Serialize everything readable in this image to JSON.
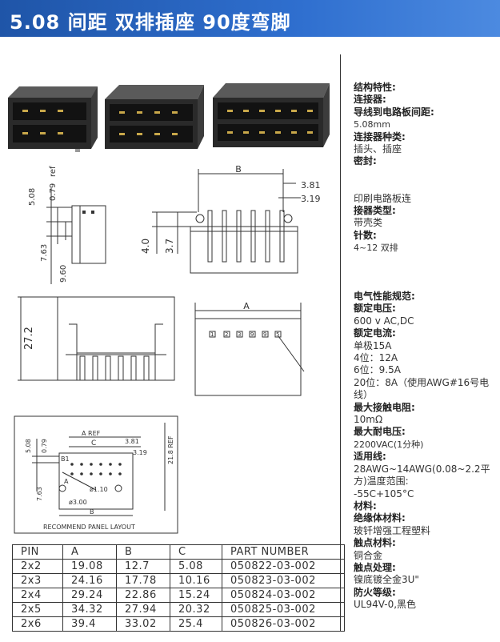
{
  "header": {
    "title": "5.08 间距  双排插座  90度弯脚"
  },
  "specs": [
    {
      "t": "结构特性:",
      "b": true
    },
    {
      "t": "连接器:",
      "b": true
    },
    {
      "t": "导线到电路板间距:",
      "b": true
    },
    {
      "t": "5.08mm",
      "b": false,
      "s": true
    },
    {
      "t": "连接器种类:",
      "b": true
    },
    {
      "t": "插头、插座",
      "b": false
    },
    {
      "t": "密封:",
      "b": true
    },
    {
      "t": "",
      "b": false
    },
    {
      "t": "",
      "b": false
    },
    {
      "t": "印刷电路板连",
      "b": false
    },
    {
      "t": "接器类型:",
      "b": true
    },
    {
      "t": "带壳类",
      "b": false
    },
    {
      "t": "针数:",
      "b": true
    },
    {
      "t": "4~12 双排",
      "b": false,
      "s": true
    }
  ],
  "specs2": [
    {
      "t": "电气性能规范:",
      "b": true
    },
    {
      "t": "额定电压:",
      "b": true
    },
    {
      "t": "600 v AC,DC",
      "b": false
    },
    {
      "t": "额定电流:",
      "b": true
    },
    {
      "t": "单极15A",
      "b": false
    },
    {
      "t": "4位：12A",
      "b": false
    },
    {
      "t": "6位：9.5A",
      "b": false
    },
    {
      "t": "20位：8A（使用AWG#16号电",
      "b": false
    },
    {
      "t": "线）",
      "b": false
    },
    {
      "t": "最大接触电阻:",
      "b": true
    },
    {
      "t": "10mΩ",
      "b": false
    },
    {
      "t": "最大耐电压:",
      "b": true
    },
    {
      "t": "2200VAC(1分种)",
      "b": false,
      "s": true
    },
    {
      "t": "适用线:",
      "b": true
    },
    {
      "t": "28AWG~14AWG(0.08~2.2平",
      "b": false
    },
    {
      "t": "方)温度范围:",
      "b": false
    },
    {
      "t": "-55C+105°C",
      "b": false
    },
    {
      "t": "材料:",
      "b": true
    },
    {
      "t": "绝缘体材料:",
      "b": true
    },
    {
      "t": "玻钎增强工程塑料",
      "b": false
    },
    {
      "t": "触点材料:",
      "b": true
    },
    {
      "t": "铜合金",
      "b": false
    },
    {
      "t": "触点处理:",
      "b": true
    },
    {
      "t": "镍底镀全金3U\"",
      "b": false
    },
    {
      "t": "防火等级:",
      "b": true
    },
    {
      "t": "UL94V-0,黑色",
      "b": false
    }
  ],
  "drawing": {
    "B": "B",
    "d381": "3.81",
    "d319": "3.19",
    "d40": "4.0",
    "d37": "3.7",
    "d508": "5.08",
    "d079": "0.79",
    "ref": "ref",
    "d763": "7.63",
    "d960": "9.60",
    "d272": "27.2",
    "A": "A",
    "aref": "A  REF",
    "C": "C",
    "B1": "B1",
    "d110": "ø1.10",
    "d300": "ø3.00",
    "d218": "21.8  REF",
    "panel": "RECOMMEND  PANEL  LAYOUT",
    "pins": [
      "1",
      "2",
      "3",
      "9",
      "9",
      "5"
    ]
  },
  "table": {
    "headers": [
      "PIN",
      "A",
      "B",
      "C",
      "PART  NUMBER"
    ],
    "rows": [
      [
        "2x2",
        "19.08",
        "12.7",
        "5.08",
        "050822-03-002"
      ],
      [
        "2x3",
        "24.16",
        "17.78",
        "10.16",
        "050823-03-002"
      ],
      [
        "2x4",
        "29.24",
        "22.86",
        "15.24",
        "050824-03-002"
      ],
      [
        "2x5",
        "34.32",
        "27.94",
        "20.32",
        "050825-03-002"
      ],
      [
        "2x6",
        "39.4",
        "33.02",
        "25.4",
        "050826-03-002"
      ]
    ]
  }
}
